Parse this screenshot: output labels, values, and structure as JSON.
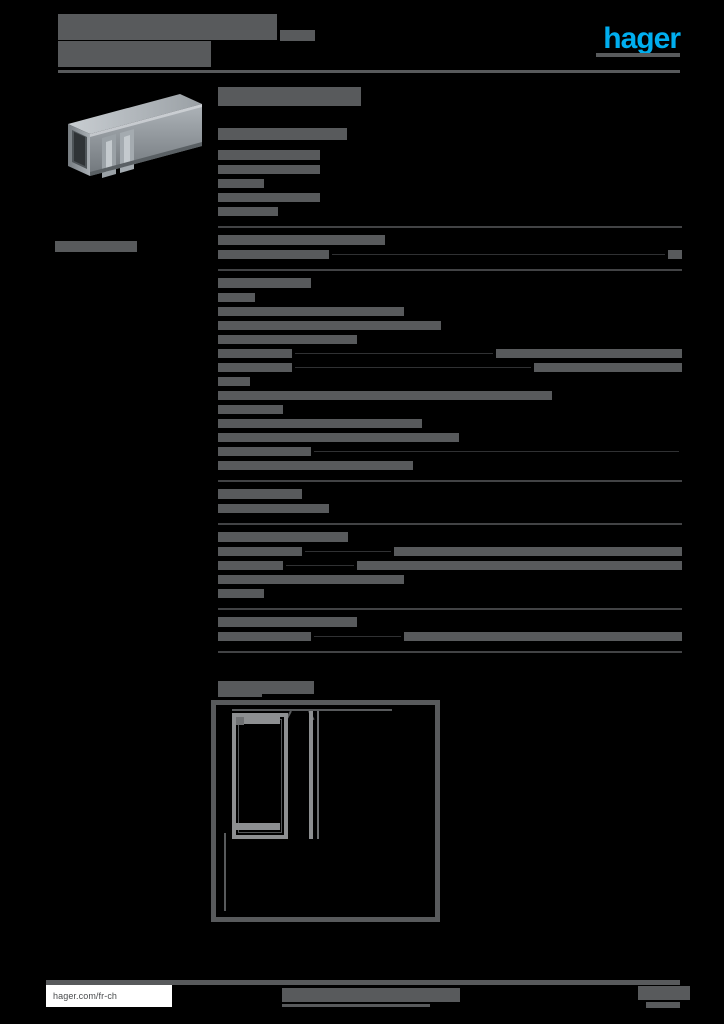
{
  "document": {
    "type": "product-datasheet",
    "language_region": "fr-ch",
    "redacted": true,
    "background_color": "#000000",
    "redaction_color": "#585a5c"
  },
  "header": {
    "title_line1": "",
    "title_line2": "",
    "title_superscript": "",
    "logo": {
      "wordmark": "hager",
      "color": "#00aeef"
    }
  },
  "left_column": {
    "product_image_alt": "product-photo",
    "sidebar_label": ""
  },
  "main": {
    "heading": "",
    "subheading": ""
  },
  "spec_groups": [
    {
      "heading": "",
      "heading_width": 22,
      "rows": [
        {
          "key_w": 22,
          "val_w": 0,
          "fill": false
        },
        {
          "key_w": 10,
          "val_w": 0,
          "fill": false
        },
        {
          "key_w": 22,
          "val_w": 0,
          "fill": false
        },
        {
          "key_w": 13,
          "val_w": 0,
          "fill": false
        }
      ]
    },
    {
      "heading": "",
      "heading_width": 36,
      "rows": [
        {
          "key_w": 24,
          "val_w": 3,
          "fill": true
        }
      ]
    },
    {
      "heading": "",
      "heading_width": 20,
      "rows": [
        {
          "key_w": 8,
          "val_w": 0,
          "fill": false
        },
        {
          "key_w": 40,
          "val_w": 0,
          "fill": false
        },
        {
          "key_w": 48,
          "val_w": 0,
          "fill": false
        },
        {
          "key_w": 30,
          "val_w": 0,
          "fill": false
        },
        {
          "key_w": 16,
          "val_w": 40,
          "fill": true
        },
        {
          "key_w": 16,
          "val_w": 32,
          "fill": true
        },
        {
          "key_w": 7,
          "val_w": 0,
          "fill": false
        },
        {
          "key_w": 50,
          "val_w": 22,
          "fill": false
        },
        {
          "key_w": 14,
          "val_w": 0,
          "fill": false
        },
        {
          "key_w": 44,
          "val_w": 0,
          "fill": false
        },
        {
          "key_w": 52,
          "val_w": 0,
          "fill": false
        },
        {
          "key_w": 20,
          "val_w": 0,
          "fill": true
        },
        {
          "key_w": 42,
          "val_w": 0,
          "fill": false
        }
      ]
    },
    {
      "heading": "",
      "heading_width": 18,
      "rows": [
        {
          "key_w": 24,
          "val_w": 0,
          "fill": false
        }
      ]
    },
    {
      "heading": "",
      "heading_width": 28,
      "rows": [
        {
          "key_w": 18,
          "val_w": 62,
          "fill": true
        },
        {
          "key_w": 14,
          "val_w": 70,
          "fill": true
        },
        {
          "key_w": 40,
          "val_w": 0,
          "fill": false
        },
        {
          "key_w": 10,
          "val_w": 0,
          "fill": false
        }
      ]
    },
    {
      "heading": "",
      "heading_width": 30,
      "rows": [
        {
          "key_w": 20,
          "val_w": 60,
          "fill": true
        }
      ]
    }
  ],
  "drawing": {
    "heading": "",
    "caption": "",
    "profile_label": ""
  },
  "footer": {
    "url": "hager.com/fr-ch",
    "center_text": "",
    "center_subtext": "",
    "page_number": "",
    "page_subtext": ""
  }
}
